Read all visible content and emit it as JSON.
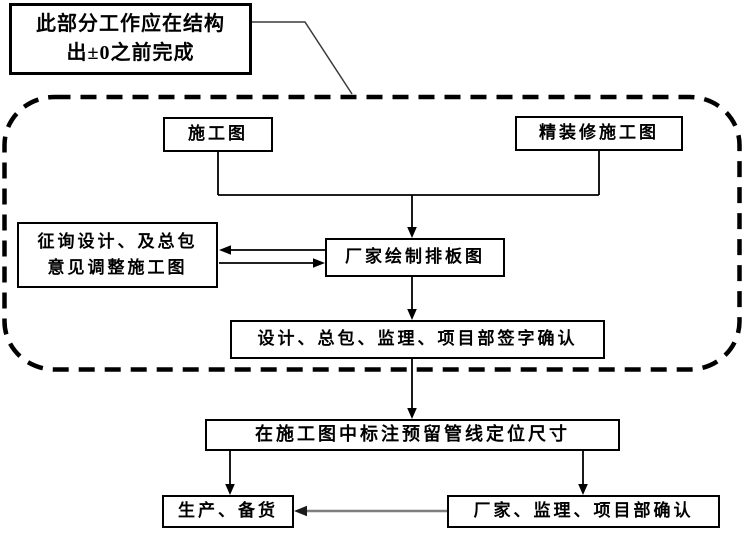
{
  "callout_note": {
    "line1": "此部分工作应在结构",
    "line2": "出±0之前完成"
  },
  "flowchart": {
    "nodes": {
      "construction_drawing": "施工图",
      "decoration_construction_drawing": "精装修施工图",
      "consult_adjust_line1": "征询设计、及总包",
      "consult_adjust_line2": "意见调整施工图",
      "factory_panel_drawing": "厂家绘制排板图",
      "signature_confirmation": "设计、总包、监理、项目部签字确认",
      "mark_pipeline_dimensions": "在施工图中标注预留管线定位尺寸",
      "production_stock": "生产、备货",
      "final_confirmation": "厂家、监理、项目部确认"
    },
    "colors": {
      "line": "#000000",
      "gray_arrow": "#7f7f7f",
      "box_border": "#000000",
      "background": "#ffffff"
    }
  }
}
